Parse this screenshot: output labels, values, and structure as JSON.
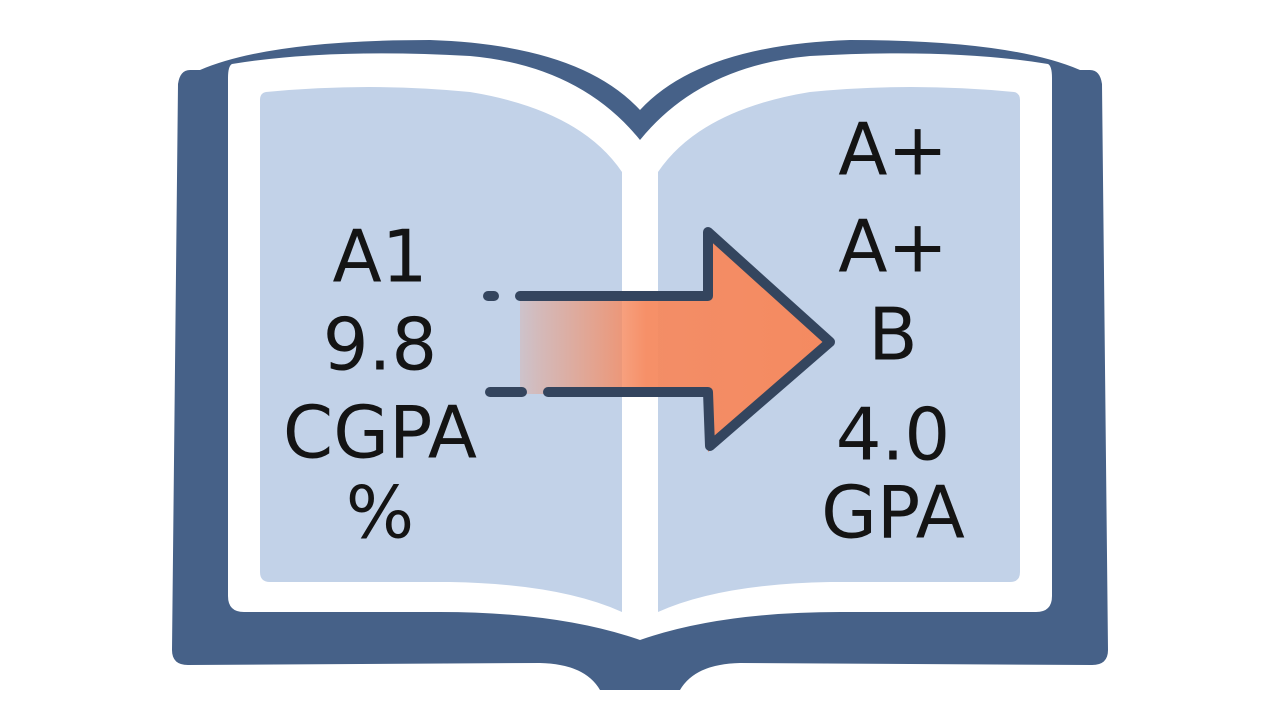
{
  "colors": {
    "background": "#ffffff",
    "book_cover": "#466188",
    "page_inner": "#c2d2e8",
    "page_border": "#ffffff",
    "arrow_fill": "#f58a60",
    "arrow_outline": "#34455e",
    "text": "#141414"
  },
  "left_page": {
    "items": [
      "A1",
      "9.8",
      "CGPA",
      "%"
    ]
  },
  "right_page": {
    "items": [
      "A+",
      "A+",
      "B",
      "4.0",
      "GPA"
    ]
  },
  "icons": {
    "book": "open-book-icon",
    "arrow": "arrow-right-icon"
  }
}
